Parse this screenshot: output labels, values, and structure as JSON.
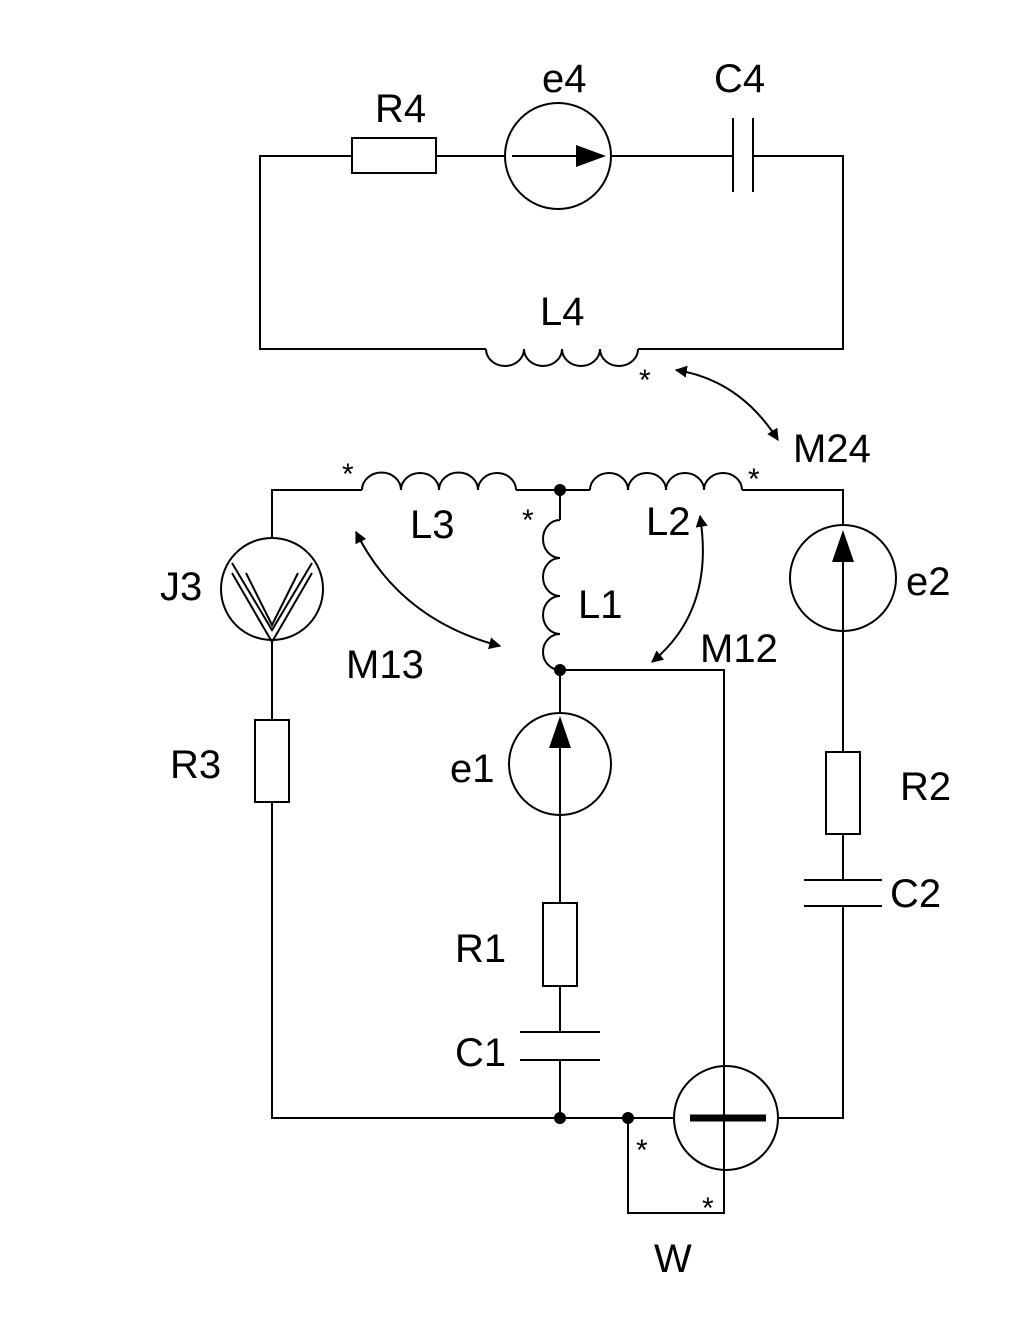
{
  "components": {
    "R4": "R4",
    "e4": "e4",
    "C4": "C4",
    "L4": "L4",
    "M24": "M24",
    "L3": "L3",
    "L2": "L2",
    "L1": "L1",
    "J3": "J3",
    "M13": "M13",
    "M12": "M12",
    "e2": "e2",
    "R3": "R3",
    "e1": "e1",
    "R2": "R2",
    "C2": "C2",
    "R1": "R1",
    "C1": "C1",
    "W": "W"
  },
  "markers": {
    "polarity": "*"
  }
}
